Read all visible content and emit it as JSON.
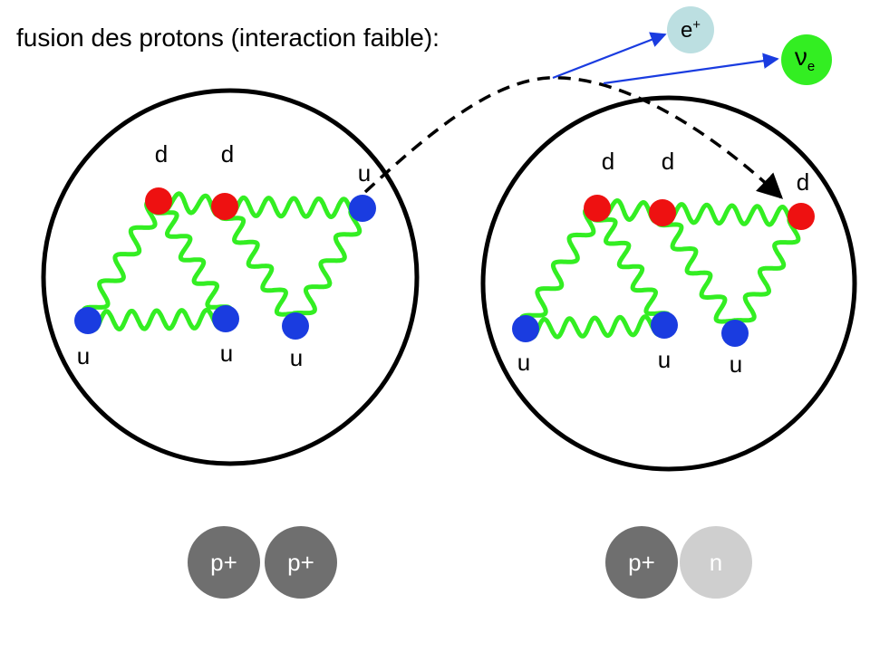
{
  "title": "fusion des protons (interaction faible):",
  "colors": {
    "up_quark": "#1a3ce0",
    "down_quark": "#ee1111",
    "gluon": "#33ee22",
    "outline": "#000000",
    "arrow": "#1a3ce0",
    "positron_fill": "#bcdfe1",
    "neutrino_fill": "#33ee22",
    "proton_fill": "#6f6f6f",
    "neutron_fill": "#cfcfcf"
  },
  "emitted": {
    "positron": {
      "base": "e",
      "sup": "+"
    },
    "neutrino": {
      "base": "ν",
      "sub": "e"
    }
  },
  "before": {
    "quark_labels": [
      "d",
      "d",
      "u",
      "u",
      "u",
      "u"
    ],
    "nucleons": [
      "p+",
      "p+"
    ]
  },
  "after": {
    "quark_labels": [
      "d",
      "d",
      "d",
      "u",
      "u",
      "u"
    ],
    "nucleons": [
      "p+",
      "n"
    ]
  }
}
